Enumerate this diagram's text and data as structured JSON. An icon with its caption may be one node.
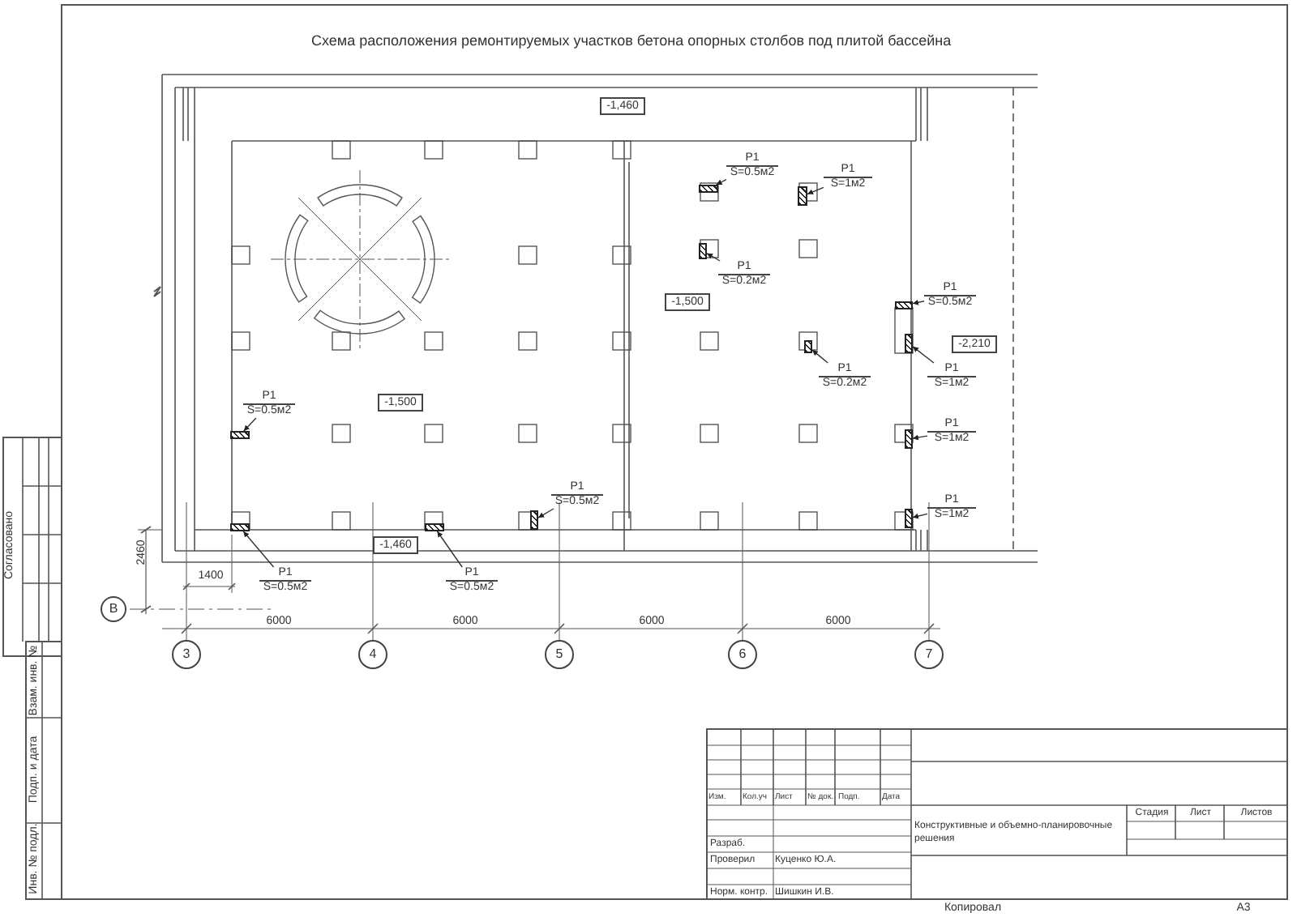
{
  "diagram": {
    "title": "Схема расположения ремонтируемых участков бетона опорных столбов под плитой бассейна",
    "nodes": [
      {
        "text": [
          "P1",
          "S=0.5м2"
        ]
      },
      {
        "text": [
          "P1",
          "S=0.5м2"
        ]
      },
      {
        "text": [
          "P1",
          "S=0.5м2"
        ]
      },
      {
        "text": [
          "P1",
          "S=0.5м2"
        ]
      },
      {
        "text": [
          "P1",
          "S=0.5м2"
        ]
      },
      {
        "text": [
          "P1",
          "S=1м2"
        ]
      },
      {
        "text": [
          "P1",
          "S=0.2м2"
        ]
      },
      {
        "text": [
          "P1",
          "S=0.2м2"
        ]
      },
      {
        "text": [
          "P1",
          "S=0.5м2"
        ]
      },
      {
        "text": [
          "P1",
          "S=1м2"
        ]
      },
      {
        "text": [
          "P1",
          "S=1м2"
        ]
      },
      {
        "text": [
          "P1",
          "S=1м2"
        ]
      },
      {
        "text": [],
        "shape": "box"
      },
      {
        "text": [],
        "shape": "box"
      },
      {
        "text": [],
        "shape": "box"
      },
      {
        "text": [],
        "shape": "box"
      },
      {
        "text": [],
        "shape": "box"
      },
      {
        "text": [],
        "shape": "box"
      },
      {
        "text": [],
        "shape": "box"
      },
      {
        "text": [],
        "shape": "box"
      },
      {
        "text": [],
        "shape": "box"
      },
      {
        "text": [],
        "shape": "box"
      },
      {
        "text": [],
        "shape": "box"
      },
      {
        "text": [],
        "shape": "box"
      },
      {
        "text": [
          "-1,460"
        ]
      },
      {
        "text": [
          "-1,500"
        ]
      },
      {
        "text": [
          "-1,500"
        ]
      },
      {
        "text": [
          "-2,210"
        ]
      },
      {
        "text": [
          "-1,460"
        ]
      },
      {
        "text": [
          "В"
        ]
      },
      {
        "text": [
          "3"
        ]
      },
      {
        "text": [
          "4"
        ]
      },
      {
        "text": [
          "5"
        ]
      },
      {
        "text": [
          "6"
        ]
      },
      {
        "text": [
          "7"
        ]
      }
    ],
    "edges": [
      {
        "from": 0,
        "to": 12,
        "arrow": "to"
      },
      {
        "from": 1,
        "to": 13,
        "arrow": "to"
      },
      {
        "from": 2,
        "to": 14,
        "arrow": "to"
      },
      {
        "from": 3,
        "to": 15,
        "arrow": "to"
      },
      {
        "from": 4,
        "to": 16,
        "arrow": "to"
      },
      {
        "from": 5,
        "to": 17,
        "arrow": "to"
      },
      {
        "from": 6,
        "to": 18,
        "arrow": "to"
      },
      {
        "from": 7,
        "to": 19,
        "arrow": "to"
      },
      {
        "from": 8,
        "to": 20,
        "arrow": "to"
      },
      {
        "from": 9,
        "to": 21,
        "arrow": "to"
      },
      {
        "from": 10,
        "to": 22,
        "arrow": "to"
      },
      {
        "from": 11,
        "to": 23,
        "arrow": "to"
      }
    ],
    "labels": [
      "1400",
      "2460",
      "6000",
      "6000",
      "6000",
      "6000",
      "Согласовано",
      "Взам. инв. №",
      "Подп. и дата",
      "Инв. № подл.",
      "Изм.",
      "Кол.уч",
      "Лист",
      "№ док.",
      "Подп.",
      "Дата",
      "Стадия",
      "Лист",
      "Листов",
      "Разраб.",
      "Конструктивные и объемно-планировочные решения",
      "Проверил",
      "Куценко Ю.А.",
      "Норм. контр.",
      "Шишкин И.В.",
      "Копировал",
      "А3"
    ]
  }
}
